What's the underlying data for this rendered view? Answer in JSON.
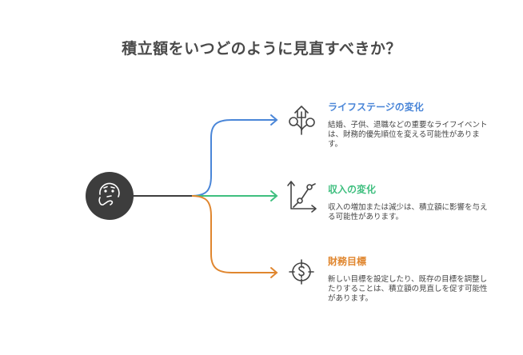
{
  "title": "積立額をいつどのように見直すべきか？",
  "center": {
    "icon": "thinking-face-icon"
  },
  "colors": {
    "center_fill": "#3d3d3d",
    "stem": "#3d3d3d",
    "branch_1": "#4a86d8",
    "branch_2": "#3fbf7f",
    "branch_3": "#e0862e",
    "text": "#444444"
  },
  "branches": [
    {
      "title": "ライフステージの変化",
      "description": "結婚、子供、退職などの重要なライフイベントは、財務的優先順位を変える可能性があります。",
      "icon": "life-stage-branch-icon",
      "color": "#4a86d8"
    },
    {
      "title": "収入の変化",
      "description": "収入の増加または減少は、積立額に影響を与える可能性があります。",
      "icon": "growth-chart-icon",
      "color": "#3fbf7f"
    },
    {
      "title": "財務目標",
      "description": "新しい目標を設定したり、既存の目標を調整したりすることは、積立額の見直しを促す可能性があります。",
      "icon": "dollar-target-icon",
      "color": "#e0862e"
    }
  ]
}
